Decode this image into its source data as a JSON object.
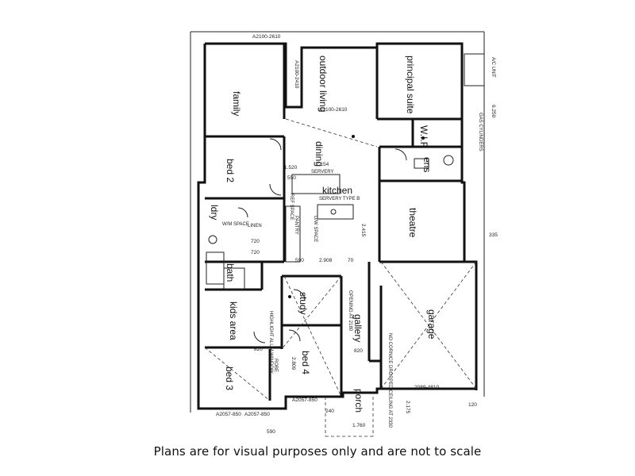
{
  "caption": "Plans are for visual purposes only and are not to scale",
  "rooms": {
    "family": "family",
    "outdoor_living": "outdoor living",
    "principal_suite": "principal suite",
    "wir": "W.I.R",
    "ens": "ens",
    "dining": "dining",
    "kitchen": "kitchen",
    "bed2": "bed 2",
    "ldry": "ldry",
    "bath": "bath",
    "theatre": "theatre",
    "study": "study",
    "gallery": "gallery",
    "kids_area": "kids area",
    "bed4": "bed 4",
    "bed3": "bed 3",
    "garage": "garage",
    "porch": "porch"
  },
  "labels": {
    "servery": "SERVERY",
    "servery_type": "SERVERY TYPE B",
    "gas_cylinders": "GAS CYLINDERS",
    "ac_unit": "A/C UNIT",
    "linen": "LINEN",
    "pantry": "PANTRY",
    "robe": "ROBE",
    "dw_space": "D/W SPACE",
    "ref_space": "REF SPACE",
    "wm_space": "W/M SPACE",
    "garage_note": "NO CORNICE DROPPED CEILING AT 2330",
    "gallery_opening": "OPENING AT 2180",
    "highlight_window": "HIGHLIGHT ALUM WINDOW"
  },
  "dims": {
    "d1": "A2100-2610",
    "d2": "A2100-2410",
    "d3": "1.520",
    "d4": "2.154",
    "d5": "2.908",
    "d6": "2.415",
    "d7": "720",
    "d8": "720",
    "d9": "590",
    "d10": "70",
    "d11": "2089-4810",
    "d12": "A2057-850",
    "d13": "A2057-850",
    "d14": "A2057-850",
    "d15": "1.760",
    "d16": "590",
    "d17": "240",
    "d18": "120",
    "d19": "6.250",
    "d20": "335",
    "d21": "2.175",
    "d22": "550",
    "d23": "820",
    "d24": "820",
    "d25": "A2100-2610",
    "d26": "2.809"
  }
}
